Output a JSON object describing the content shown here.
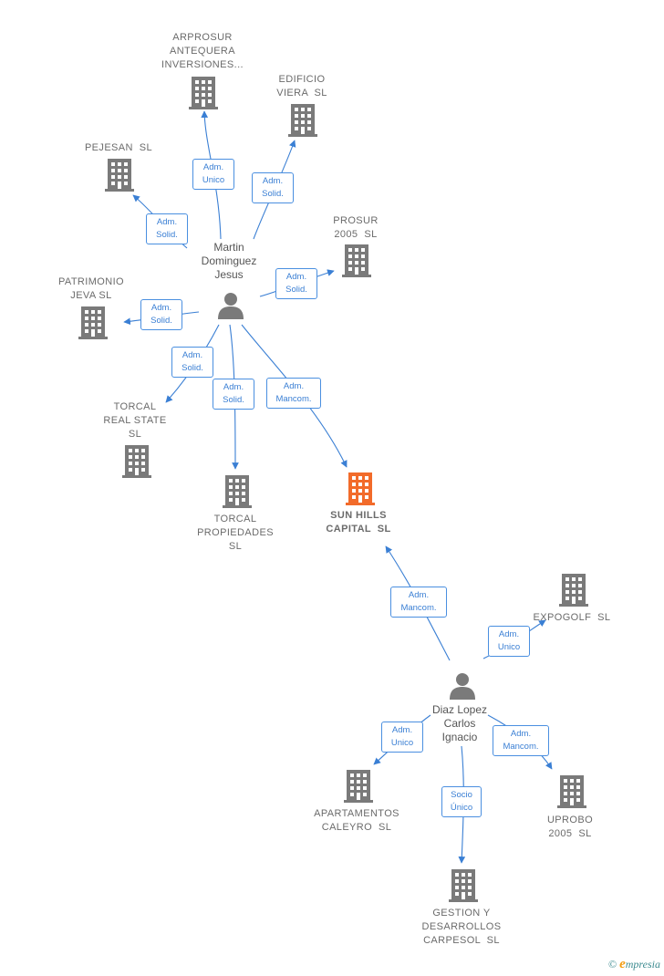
{
  "colors": {
    "building": "#7a7a7a",
    "focus": "#f26b2a",
    "person": "#7a7a7a",
    "edge": "#3a7fd4"
  },
  "persons": {
    "martin": {
      "label": "Martin\nDominguez\nJesus"
    },
    "diaz": {
      "label": "Diaz Lopez\nCarlos\nIgnacio"
    }
  },
  "companies": {
    "arprosur": {
      "label": "ARPROSUR\nANTEQUERA\nINVERSIONES..."
    },
    "edificio": {
      "label": "EDIFICIO\nVIERA  SL"
    },
    "pejesan": {
      "label": "PEJESAN  SL"
    },
    "prosur": {
      "label": "PROSUR\n2005  SL"
    },
    "patrimonio": {
      "label": "PATRIMONIO\nJEVA SL"
    },
    "torcal_rs": {
      "label": "TORCAL\nREAL STATE\nSL"
    },
    "torcal_p": {
      "label": "TORCAL\nPROPIEDADES\nSL"
    },
    "sunhills": {
      "label": "SUN HILLS\nCAPITAL  SL"
    },
    "expogolf": {
      "label": "EXPOGOLF  SL"
    },
    "apartamentos": {
      "label": "APARTAMENTOS\nCALEYRO  SL"
    },
    "uprobo": {
      "label": "UPROBO\n2005  SL"
    },
    "gestion": {
      "label": "GESTION Y\nDESARROLLOS\nCARPESOL  SL"
    }
  },
  "edges": {
    "e1": "Adm.\nUnico",
    "e2": "Adm.\nSolid.",
    "e3": "Adm.\nSolid.",
    "e4": "Adm.\nSolid.",
    "e5": "Adm.\nSolid.",
    "e6": "Adm.\nSolid.",
    "e7": "Adm.\nSolid.",
    "e8": "Adm.\nMancom.",
    "e9": "Adm.\nMancom.",
    "e10": "Adm.\nUnico",
    "e11": "Adm.\nUnico",
    "e12": "Socio\nÚnico",
    "e13": "Adm.\nMancom."
  },
  "footer": {
    "copyright": "©",
    "brand_initial": "e",
    "brand_rest": "mpresia"
  }
}
